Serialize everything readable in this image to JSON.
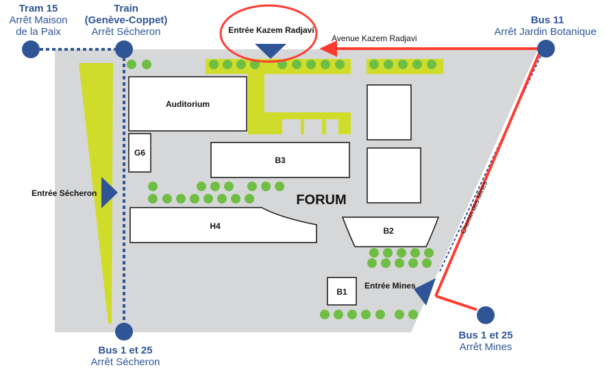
{
  "colors": {
    "campus": "#d6d7d9",
    "green_area": "#cfdc2a",
    "tree": "#6fbe44",
    "blue": "#2f5597",
    "building_fill": "#ffffff",
    "building_stroke": "#111111",
    "route_red": "#ff3b30"
  },
  "stops": {
    "tram15": {
      "title": "Tram 15",
      "line1": "Arrêt Maison",
      "line2": "de la Paix"
    },
    "train": {
      "title1": "Train",
      "title2": "(Genève-Coppet)",
      "sub": "Arrêt Sécheron"
    },
    "bus11": {
      "title": "Bus 11",
      "sub": "Arrêt Jardin Botanique"
    },
    "bus_secheron": {
      "title": "Bus 1 et 25",
      "sub": "Arrêt Sécheron"
    },
    "bus_mines": {
      "title": "Bus 1 et 25",
      "sub": "Arrêt Mines"
    }
  },
  "buildings": {
    "auditorium": "Auditorium",
    "g6": "G6",
    "b3": "B3",
    "h4": "H4",
    "b2": "B2",
    "b1": "B1"
  },
  "labels": {
    "forum": "FORUM",
    "entree_kazem": "Entrée Kazem Radjavi",
    "entree_secheron": "Entrée Sécheron",
    "entree_mines": "Entrée Mines",
    "avenue_kazem": "Avenue Kazem Radjavi",
    "chemin_mines": "Chemin des Mines"
  },
  "icons": {
    "stop_marker": "bus-stop-circle-icon",
    "entrance_marker": "entrance-triangle-icon",
    "route_arrow": "route-arrow-icon",
    "highlight": "highlight-ellipse-icon"
  }
}
